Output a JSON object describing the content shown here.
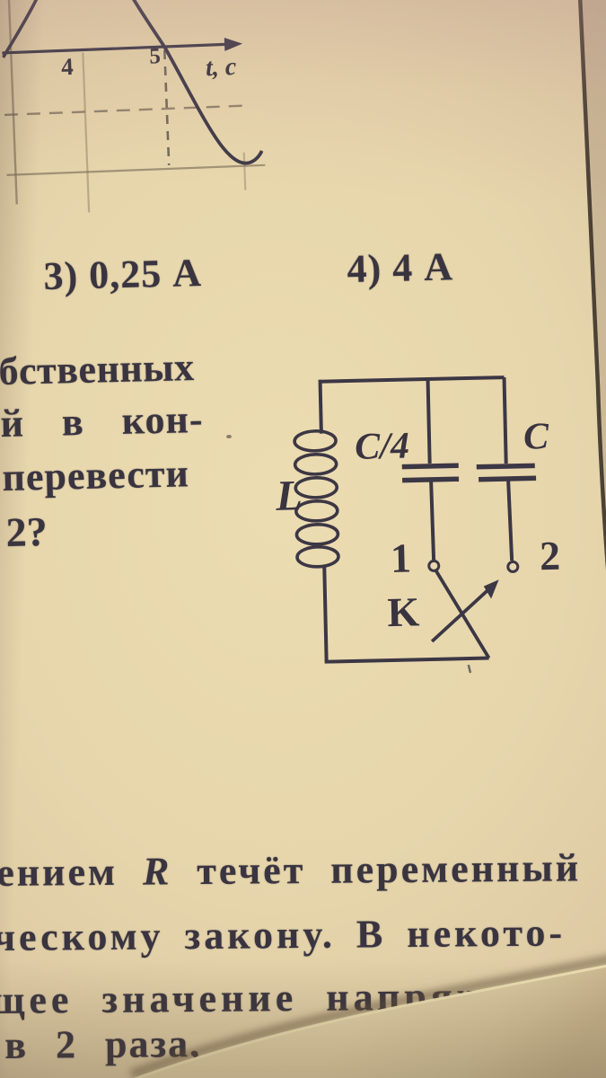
{
  "colors": {
    "ink": "#39343f",
    "paper_center": "#ead9ae",
    "paper_edge": "#bfae92",
    "overlay_sheet": "#d9c8a2"
  },
  "graph": {
    "tick_4": "4",
    "tick_5": "5",
    "axis_label": "t, c"
  },
  "answers": {
    "option_3": "3) 0,25 А",
    "option_4": "4) 4 А"
  },
  "problem_text": {
    "line_1": "бственных",
    "line_2": "й в кон-",
    "line_3": "перевести",
    "line_4": "2?"
  },
  "circuit": {
    "inductor_label": "L",
    "capacitor_left_label": "C/4",
    "capacitor_right_label": "C",
    "position_1_label": "1",
    "position_2_label": "2",
    "switch_label": "K"
  },
  "bottom_text": {
    "line_1_pre": "ением ",
    "line_1_symbol": "R",
    "line_1_post": " течёт переменный",
    "line_2": "ческому закону. В некото-",
    "line_3": "щее значение напряж",
    "line_4": "в 2 раза,"
  }
}
